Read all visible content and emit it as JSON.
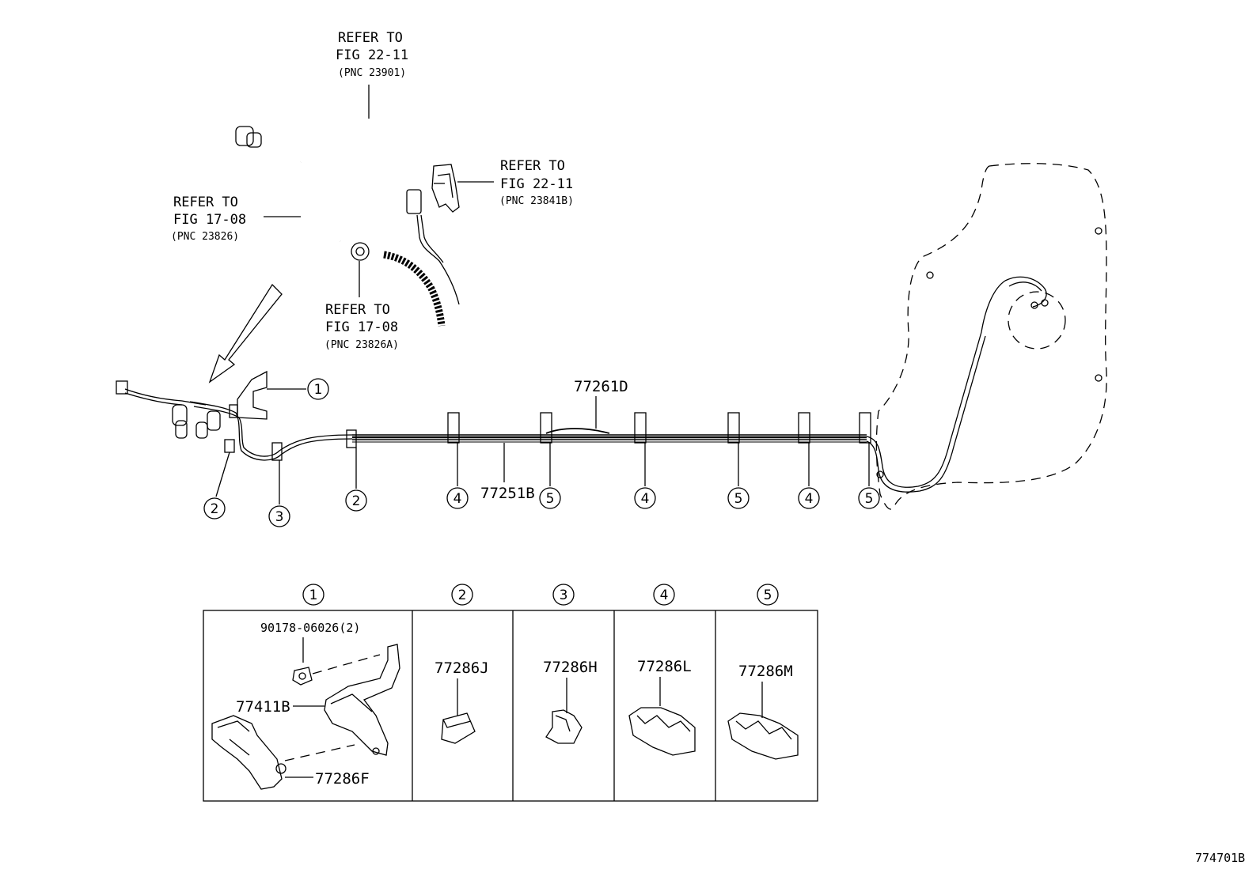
{
  "callouts": {
    "top": {
      "line1": "REFER TO",
      "line2": "FIG 22-11",
      "pnc": "(PNC 23901)"
    },
    "right": {
      "line1": "REFER TO",
      "line2": "FIG 22-11",
      "pnc": "(PNC 23841B)"
    },
    "left": {
      "line1": "REFER TO",
      "line2": "FIG 17-08",
      "pnc": "(PNC 23826)"
    },
    "middle": {
      "line1": "REFER TO",
      "line2": "FIG 17-08",
      "pnc": "(PNC 23826A)"
    }
  },
  "parts": {
    "upper_tube": "77261D",
    "lower_tube": "77251B"
  },
  "circle_markers": [
    "1",
    "2",
    "3",
    "2",
    "4",
    "5",
    "4",
    "5",
    "4",
    "5"
  ],
  "detail_panels": [
    {
      "number": "1",
      "labels": [
        "90178-06026(2)",
        "77411B",
        "77286F"
      ]
    },
    {
      "number": "2",
      "labels": [
        "77286J"
      ]
    },
    {
      "number": "3",
      "labels": [
        "77286H"
      ]
    },
    {
      "number": "4",
      "labels": [
        "77286L"
      ]
    },
    {
      "number": "5",
      "labels": [
        "77286M"
      ]
    }
  ],
  "figure_id": "774701B"
}
